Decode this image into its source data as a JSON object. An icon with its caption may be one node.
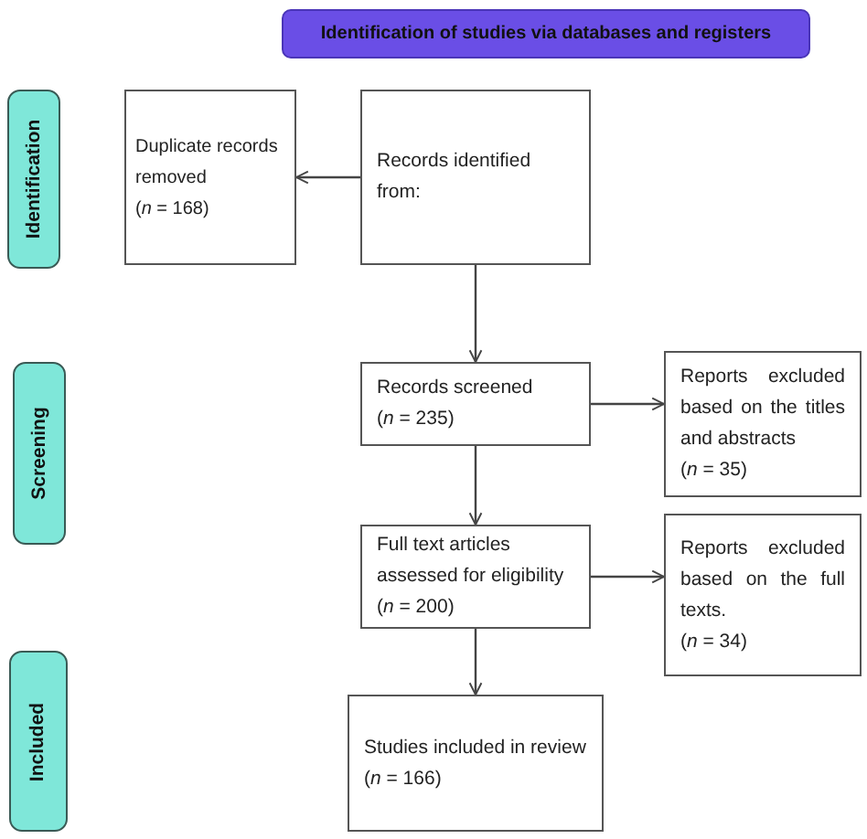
{
  "diagram": {
    "nodes": [
      {
        "text": [
          "Identification of studies via databases and registers"
        ]
      },
      {
        "text": [
          "Identification"
        ]
      },
      {
        "text": [
          "Screening"
        ]
      },
      {
        "text": [
          "Included"
        ]
      },
      {
        "text": [
          "Duplicate records removed",
          "(*n* = 168)"
        ]
      },
      {
        "text": [
          "Records identified from:"
        ]
      },
      {
        "text": [
          "Records screened",
          "(*n* = 235)"
        ]
      },
      {
        "text": [
          "Reports excluded based on the titles and abstracts",
          "(*n* = 35)"
        ]
      },
      {
        "text": [
          "Full text articles assessed for eligibility",
          "(*n* = 200)"
        ]
      },
      {
        "text": [
          "Reports excluded based on the full texts.",
          "(*n* = 34)"
        ]
      },
      {
        "text": [
          "Studies included in review",
          "(*n* = 166)"
        ]
      }
    ],
    "edges": [
      {
        "from": 5,
        "to": 4,
        "arrow": "to"
      },
      {
        "from": 5,
        "to": 6,
        "arrow": "to"
      },
      {
        "from": 6,
        "to": 7,
        "arrow": "to"
      },
      {
        "from": 6,
        "to": 8,
        "arrow": "to"
      },
      {
        "from": 8,
        "to": 9,
        "arrow": "to"
      },
      {
        "from": 8,
        "to": 10,
        "arrow": "to"
      }
    ]
  }
}
